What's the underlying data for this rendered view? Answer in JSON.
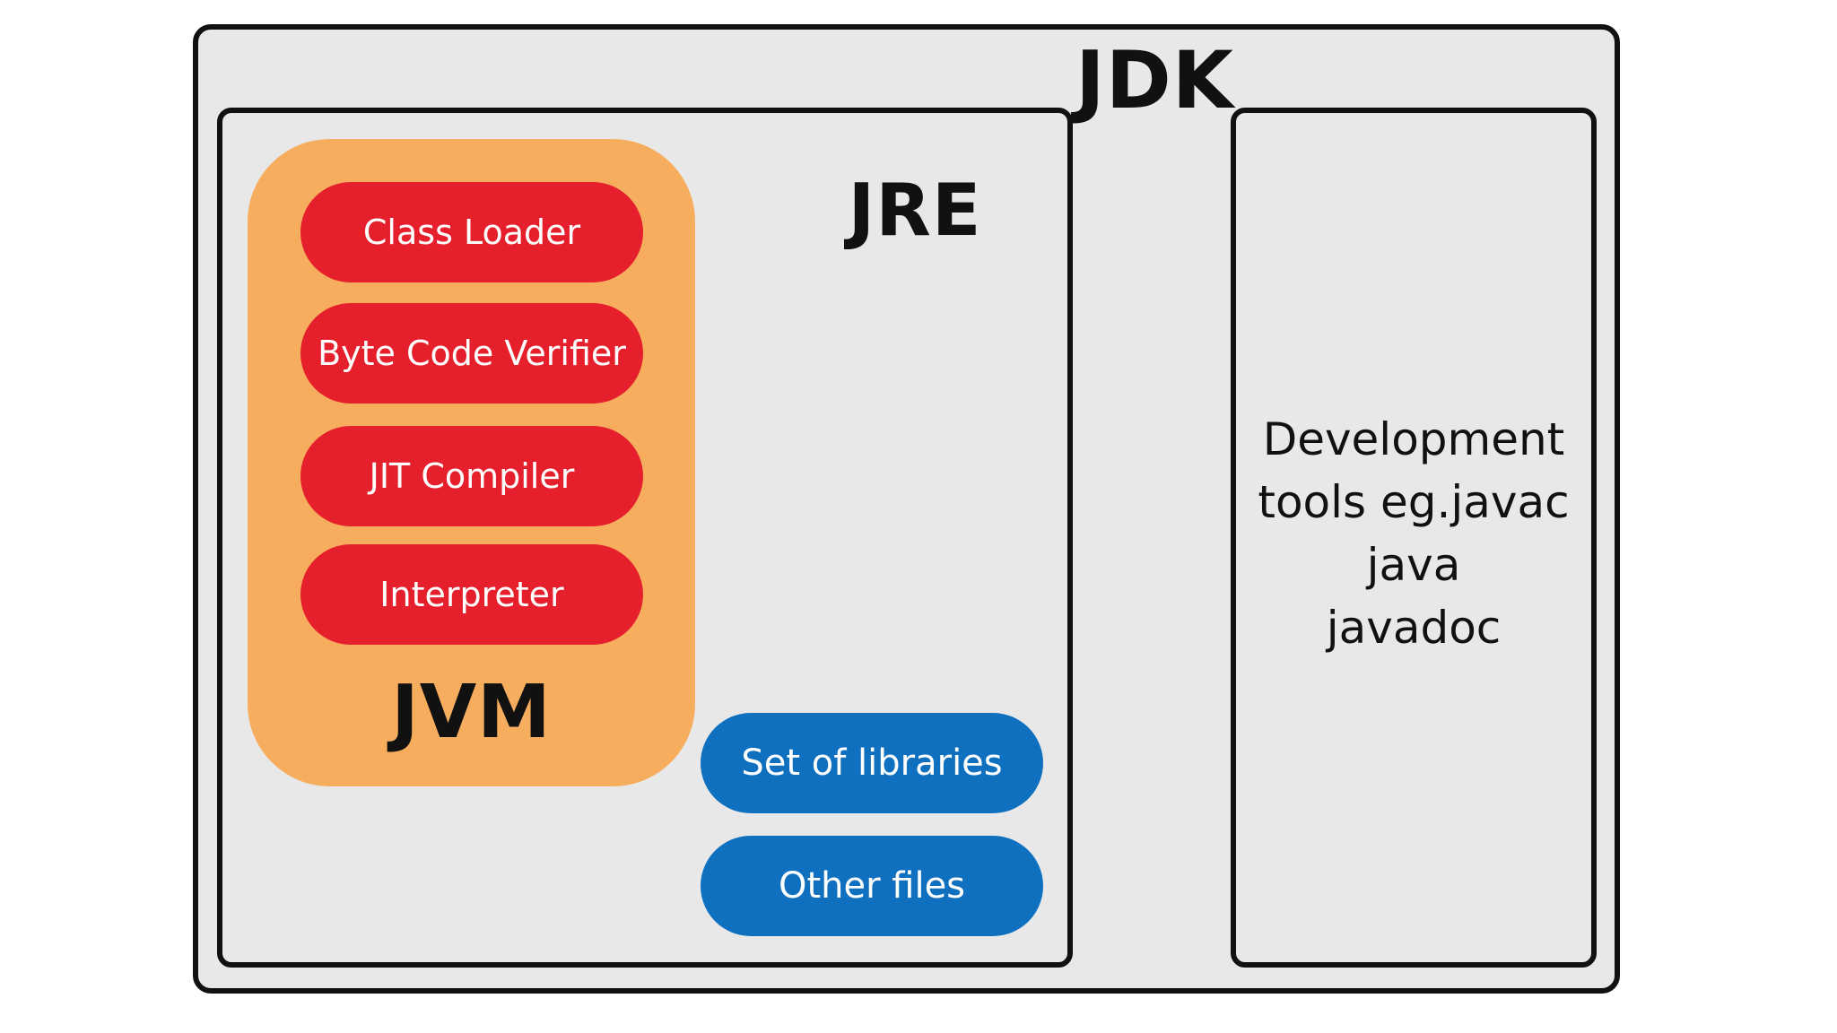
{
  "jdk": {
    "label": "JDK",
    "jre": {
      "label": "JRE",
      "jvm": {
        "label": "JVM",
        "components": [
          "Class Loader",
          "Byte Code Verifier",
          "JIT Compiler",
          "Interpreter"
        ]
      },
      "resources": [
        "Set of libraries",
        "Other files"
      ]
    },
    "dev_tools": {
      "lines": [
        "Development",
        "tools eg.javac",
        "java",
        "javadoc"
      ]
    }
  },
  "colors": {
    "background": "#e8e8e8",
    "border": "#111111",
    "jvm_fill": "#f7ad5e",
    "jvm_component_fill": "#e5202c",
    "jre_resource_fill": "#0f70c0",
    "pill_text": "#ffffff"
  }
}
